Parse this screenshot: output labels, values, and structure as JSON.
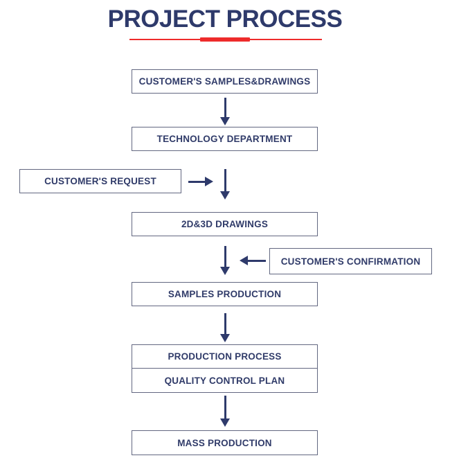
{
  "title": "PROJECT PROCESS",
  "colors": {
    "navy_text": "#2e3a6b",
    "box_border": "#626780",
    "accent_red": "#ee2b2b",
    "background": "#ffffff"
  },
  "flow": {
    "main": [
      {
        "label": "CUSTOMER'S SAMPLES&DRAWINGS"
      },
      {
        "label": "TECHNOLOGY DEPARTMENT"
      },
      {
        "label": "2D&3D DRAWINGS"
      },
      {
        "label": "SAMPLES PRODUCTION"
      },
      {
        "label": "PRODUCTION PROCESS"
      },
      {
        "label": "QUALITY CONTROL PLAN"
      },
      {
        "label": "MASS PRODUCTION"
      }
    ],
    "side": [
      {
        "label": "CUSTOMER'S REQUEST",
        "side": "left",
        "connects": "arrow pointing right into main flow"
      },
      {
        "label": "CUSTOMER'S CONFIRMATION",
        "side": "right",
        "connects": "arrow pointing left into main flow"
      }
    ]
  }
}
